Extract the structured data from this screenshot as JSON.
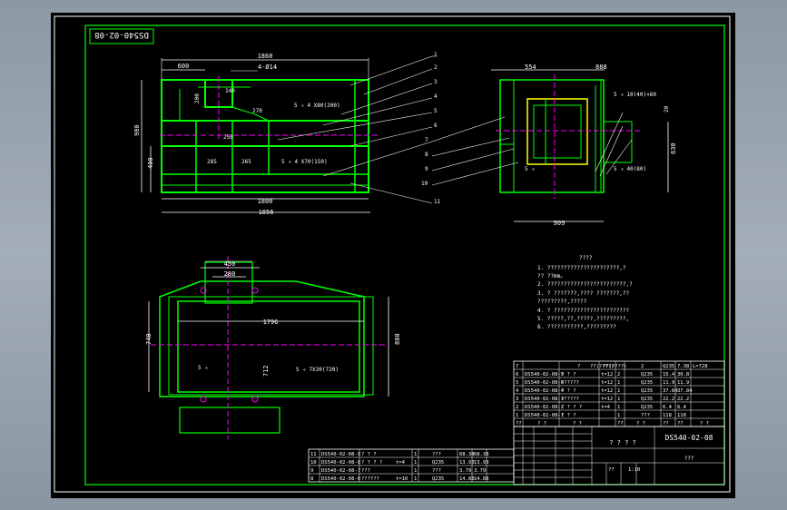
{
  "drawing": {
    "code": "DS540-02-08",
    "code_rotated": "DS540-02-08",
    "dims": {
      "front_overall": "1860",
      "front_600": "600",
      "front_hole_callout": "4-Ø14",
      "front_140": "140",
      "front_270": "270",
      "front_200": "200",
      "front_250": "250",
      "front_980": "980",
      "front_400": "400",
      "front_265": "265",
      "front_285": "285",
      "front_1800": "1800",
      "front_1856": "1856",
      "front_weld1": "5 ◃ 4 X80(200)",
      "front_weld2": "5 ◃\n4 X70(150)",
      "side_554": "554",
      "side_888": "888",
      "side_909": "909",
      "side_630": "630",
      "side_20": "20",
      "side_weld1": "5 ◃ 10(40)×60",
      "side_weld2": "5 ◃ 40(80)",
      "side_weld3": "5 ◃",
      "plan_450": "450",
      "plan_280": "280",
      "plan_1796": "1796",
      "plan_740": "740",
      "plan_880": "880",
      "plan_712": "712",
      "plan_weld1": "5 ◃",
      "plan_weld2": "5 ◃ 7X30(720)"
    },
    "leaders": [
      "1",
      "2",
      "3",
      "4",
      "5",
      "6",
      "7",
      "8",
      "9",
      "10",
      "11"
    ],
    "tech": {
      "title": "????",
      "lines": [
        "1. ??????????????????????,?",
        "   ?? ??mm。",
        "2. ????????????????????????,?",
        "3. ? ???????,????     ???????,??",
        "   ?????????,?????",
        "4. ? ???????????????????????",
        "5. ?????,??,?????,?????????,",
        "6. ???????????,?????????"
      ]
    },
    "bom_right": [
      [
        "7",
        "",
        "?",
        "?",
        "??(????)",
        "2",
        "Q235",
        "7.38",
        "7.38",
        "L=728"
      ],
      [
        "6",
        "DS540-02-08-5",
        "? ? ?",
        "t=12",
        "2",
        "Q235",
        "15.4",
        "30.8",
        ""
      ],
      [
        "5",
        "DS540-02-08-6",
        "??????",
        "t=12",
        "1",
        "Q235",
        "11.9",
        "11.9",
        ""
      ],
      [
        "4",
        "DS540-02-08-4",
        "? ? ?",
        "t=12",
        "1",
        "Q235",
        "37.84",
        "37.84",
        ""
      ],
      [
        "3",
        "DS540-02-08-3",
        "??????",
        "t=12",
        "1",
        "Q235",
        "22.2",
        "22.2",
        ""
      ],
      [
        "2",
        "DS540-02-08-2",
        "? ? ? ?",
        "t=4",
        "1",
        "Q235",
        "6.4",
        "6.4",
        ""
      ],
      [
        "1",
        "DS540-02-08-1",
        "? ? ?",
        "",
        "1",
        "???",
        "118",
        "118",
        ""
      ],
      [
        "??",
        "? ?",
        "? ?",
        "",
        "??",
        "? ?",
        "??",
        "??",
        "? ?"
      ]
    ],
    "bom_left": [
      [
        "11",
        "DS540-02-08-9",
        "? ? ?",
        "",
        "1",
        "???",
        "68.38",
        "68.38"
      ],
      [
        "10",
        "DS540-02-08-8",
        "? ? ? ?",
        "t=4",
        "1",
        "Q235",
        "13.93",
        "13.93"
      ],
      [
        "9",
        "DS540-02-08-7",
        "???",
        "",
        "1",
        "???",
        "3.79",
        "3.79"
      ],
      [
        "8",
        "DS540-02-08-6",
        "??????",
        "t=10",
        "1",
        "Q235",
        "14.88",
        "14.88"
      ]
    ],
    "title_block": {
      "name": "? ? ? ?",
      "drawing_no": "DS540-02-08",
      "scale": "1:10",
      "sheet": "1:10",
      "company": "???",
      "weight": "??"
    }
  }
}
